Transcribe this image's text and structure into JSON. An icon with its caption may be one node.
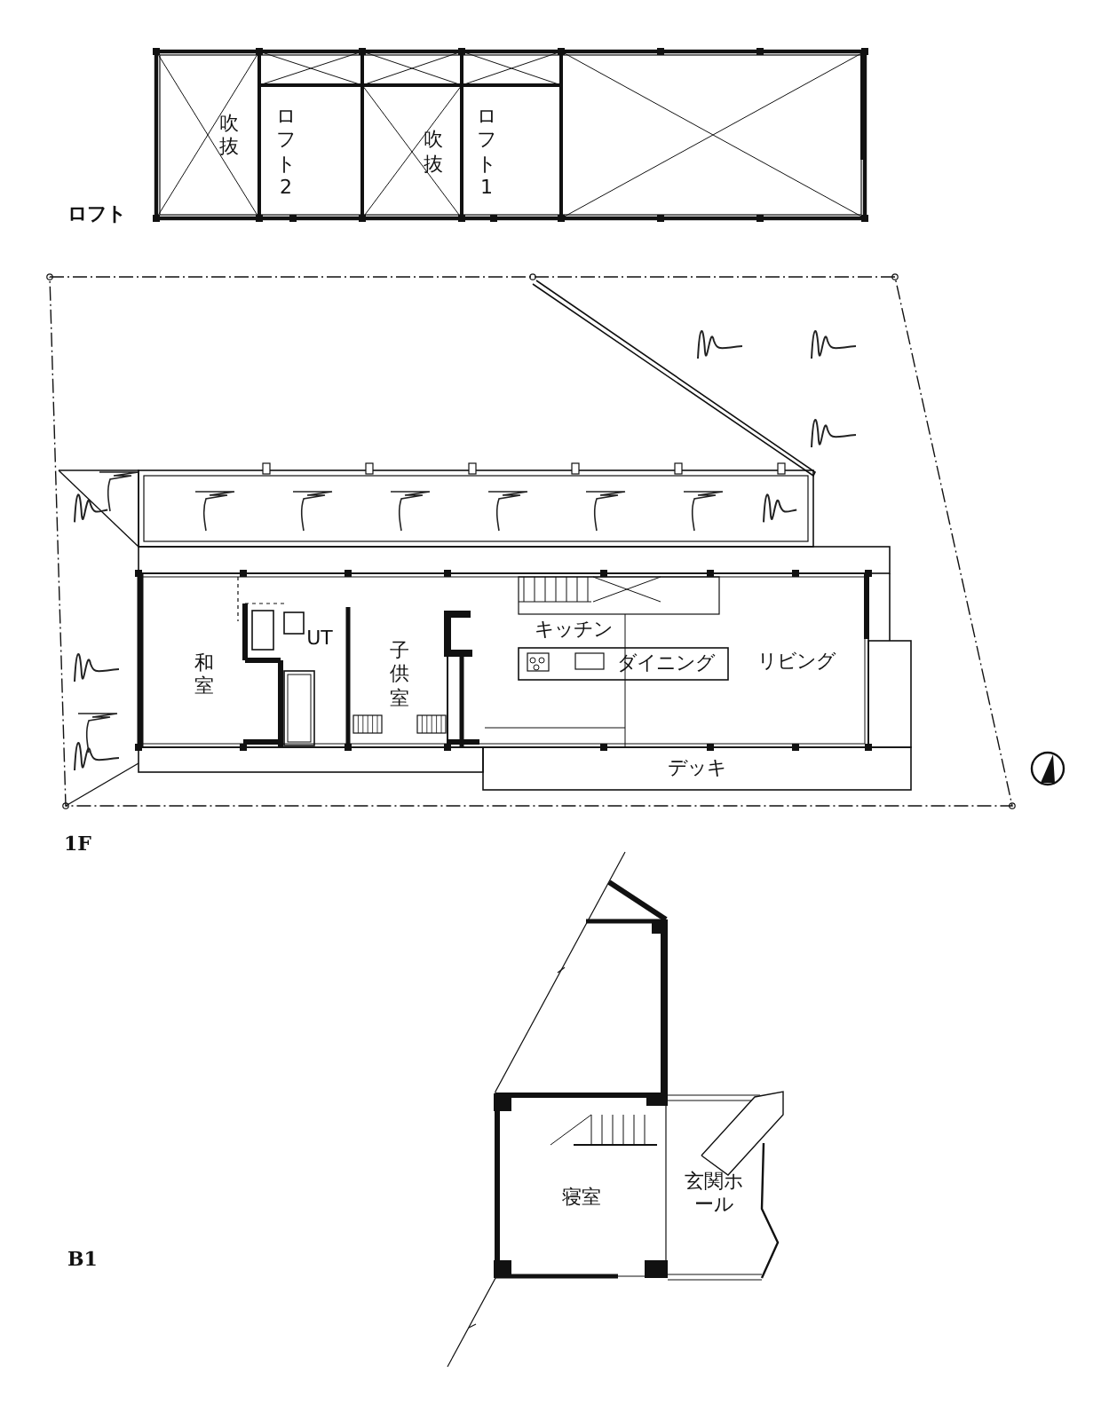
{
  "diagram": {
    "nodes": [
      {
        "text": [
          "吹抜"
        ]
      },
      {
        "text": [
          "ロフト2"
        ]
      },
      {
        "text": [
          "吹抜"
        ]
      },
      {
        "text": [
          "ロフト1"
        ]
      },
      {
        "text": [
          "和室"
        ]
      },
      {
        "text": [
          "UT"
        ]
      },
      {
        "text": [
          "子供室"
        ]
      },
      {
        "text": [
          "キッチン"
        ]
      },
      {
        "text": [
          "ダイニング"
        ]
      },
      {
        "text": [
          "リビング"
        ]
      },
      {
        "text": [
          "デッキ"
        ]
      },
      {
        "text": [
          "寝室"
        ]
      },
      {
        "text": [
          "玄関ホール"
        ]
      }
    ],
    "labels": [
      "ロフト",
      "1F",
      "B1"
    ]
  }
}
